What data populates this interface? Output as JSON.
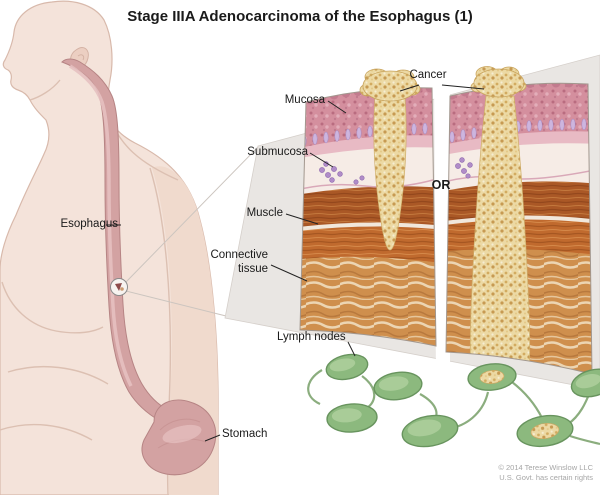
{
  "title": "Stage IIIA Adenocarcinoma of the Esophagus (1)",
  "labels": {
    "cancer": "Cancer",
    "mucosa": "Mucosa",
    "submucosa": "Submucosa",
    "muscle": "Muscle",
    "connective_tissue": "Connective tissue",
    "lymph_nodes": "Lymph nodes",
    "esophagus": "Esophagus",
    "stomach": "Stomach",
    "or": "OR"
  },
  "copyright": {
    "line1": "© 2014 Terese Winslow LLC",
    "line2": "U.S. Govt. has certain rights"
  },
  "colors": {
    "skin": "#f4e3da",
    "esophagus_pink": "#d3a2a2",
    "mucosa_pink": "#d48f9e",
    "muscle_orange": "#bc6c33",
    "connective_tan": "#cf8f4d",
    "lymph_green": "#8cb97e",
    "cancer_tan": "#ecd9a4"
  }
}
